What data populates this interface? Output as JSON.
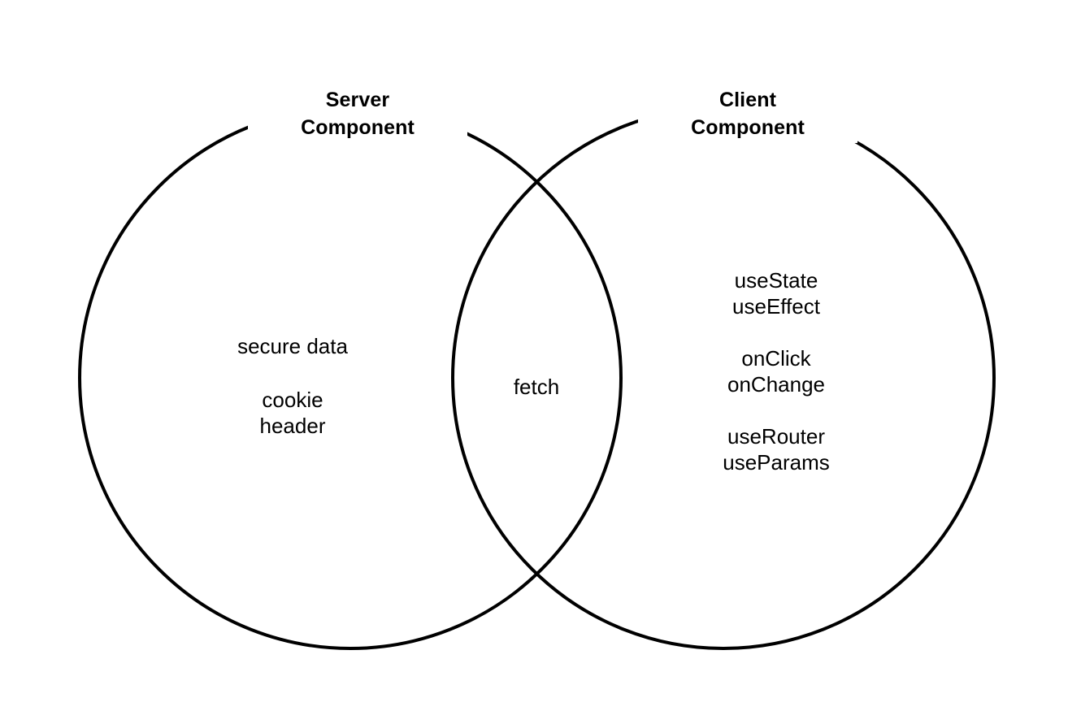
{
  "diagram": {
    "type": "venn",
    "background_color": "#ffffff",
    "stroke_color": "#000000",
    "stroke_width": 4,
    "sets": {
      "left": {
        "title": "Server\nComponent",
        "title_line_1": "Server",
        "title_line_2": "Component",
        "groups": [
          {
            "text": "secure data"
          },
          {
            "text": "cookie\nheader"
          }
        ]
      },
      "right": {
        "title": "Client\nComponent",
        "title_line_1": "Client",
        "title_line_2": "Component",
        "groups": [
          {
            "text": "useState\nuseEffect"
          },
          {
            "text": "onClick\nonChange"
          },
          {
            "text": "useRouter\nuseParams"
          }
        ]
      },
      "intersection": {
        "groups": [
          {
            "text": "fetch"
          }
        ]
      }
    }
  }
}
